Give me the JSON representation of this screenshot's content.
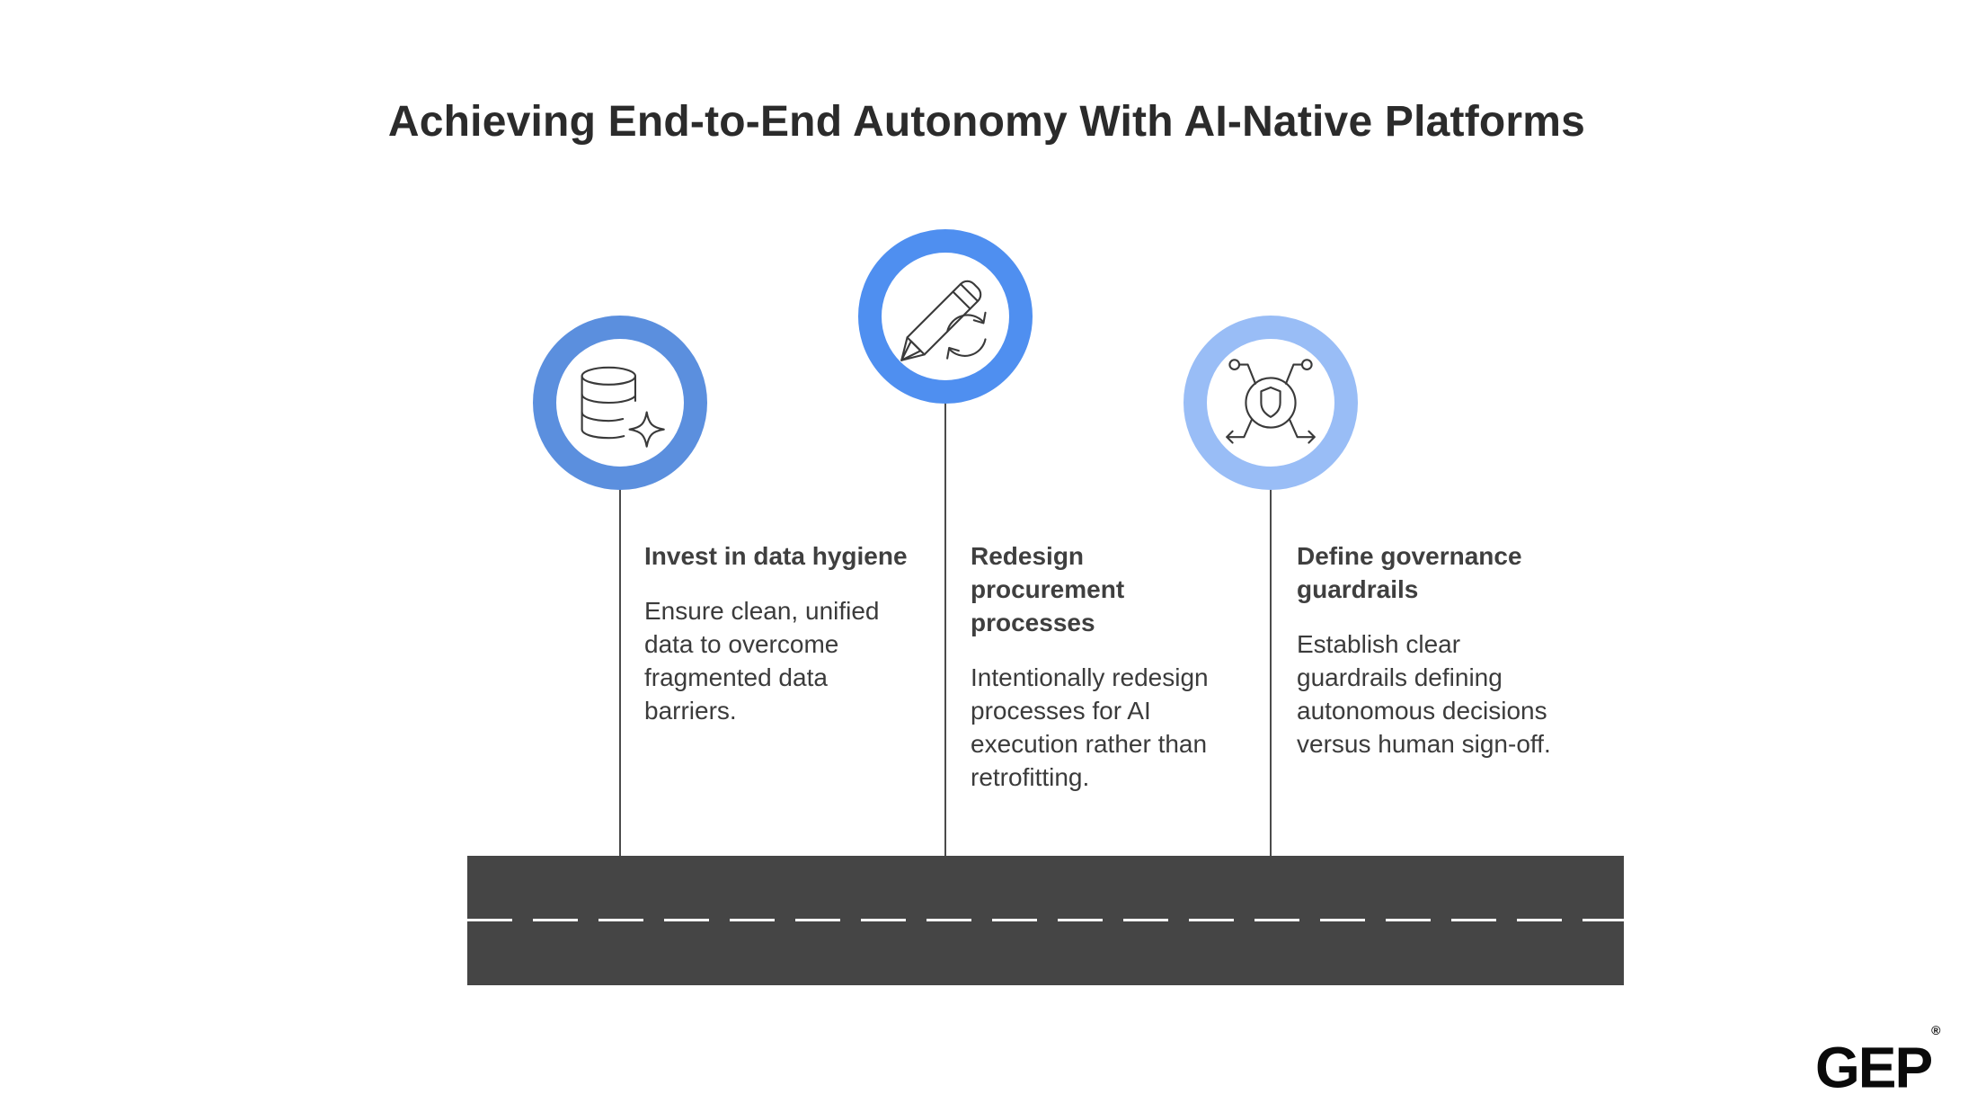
{
  "title": "Achieving End-to-End Autonomy With AI-Native Platforms",
  "steps": [
    {
      "icon": "database-sparkle-icon",
      "ring_color": "#5b8fde",
      "title": "Invest in data hygiene",
      "description": "Ensure clean, unified data to overcome fragmented data barriers."
    },
    {
      "icon": "pencil-refresh-icon",
      "ring_color": "#4f8ff0",
      "title": "Redesign procurement processes",
      "description": "Intentionally redesign processes for AI execution rather than retrofitting."
    },
    {
      "icon": "shield-network-icon",
      "ring_color": "#99bdf6",
      "title": "Define governance guardrails",
      "description": "Establish clear guardrails defining autonomous decisions versus human sign-off."
    }
  ],
  "logo": {
    "text": "GEP",
    "mark": "®"
  }
}
